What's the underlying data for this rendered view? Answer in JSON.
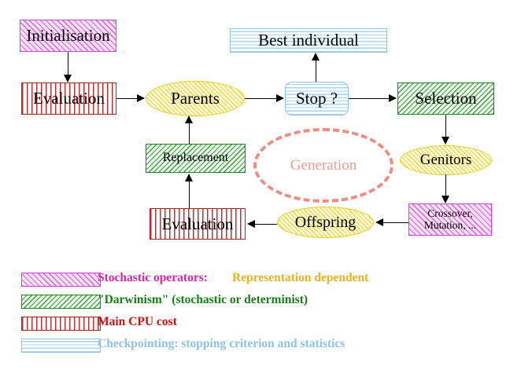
{
  "diagram": {
    "title": "Evolutionary Algorithm Flowchart",
    "nodes": {
      "initialisation": {
        "label": "Initialisation",
        "style": "magenta-hatch"
      },
      "evaluation_top": {
        "label": "Evaluation",
        "style": "red-vertical"
      },
      "parents": {
        "label": "Parents",
        "style": "yellow-hatch-ellipse"
      },
      "best_individual": {
        "label": "Best individual",
        "style": "blue-horizontal"
      },
      "stop": {
        "label": "Stop ?",
        "style": "blue-horizontal-rounded"
      },
      "selection": {
        "label": "Selection",
        "style": "green-hatch"
      },
      "genitors": {
        "label": "Genitors",
        "style": "yellow-hatch-ellipse"
      },
      "crossover": {
        "label_line1": "Crossover,",
        "label_line2": "Mutation, ...",
        "style": "magenta-hatch"
      },
      "offspring": {
        "label": "Offspring",
        "style": "yellow-hatch-ellipse"
      },
      "evaluation_bottom": {
        "label": "Evaluation",
        "style": "red-vertical"
      },
      "replacement": {
        "label": "Replacement",
        "style": "green-hatch"
      },
      "generation": {
        "label": "Generation",
        "style": "dashed-ellipse"
      }
    }
  },
  "legend": {
    "rows": [
      {
        "swatch": "magenta-hatch",
        "text": "Stochastic operators:",
        "text_color": "#e020b0",
        "text2": "Representation dependent",
        "text2_color": "#e8b520"
      },
      {
        "swatch": "green-hatch",
        "text": "\"Darwinism\" (stochastic or determinist)",
        "text_color": "#178017",
        "text2": "",
        "text2_color": ""
      },
      {
        "swatch": "red-vertical",
        "text": "Main CPU cost",
        "text_color": "#cc1111",
        "text2": "",
        "text2_color": ""
      },
      {
        "swatch": "blue-horizontal",
        "text": "Checkpointing: stopping criterion and statistics",
        "text_color": "#8ec2e6",
        "text2": "",
        "text2_color": ""
      }
    ]
  },
  "colors": {
    "magenta": "#d83fd8",
    "green": "#17891c",
    "red": "#b22222",
    "blue": "#8fc4e8",
    "yellow": "#e3d11c",
    "salmon": "#ef8d85",
    "arrow": "#000000",
    "background": "#ffffff"
  }
}
